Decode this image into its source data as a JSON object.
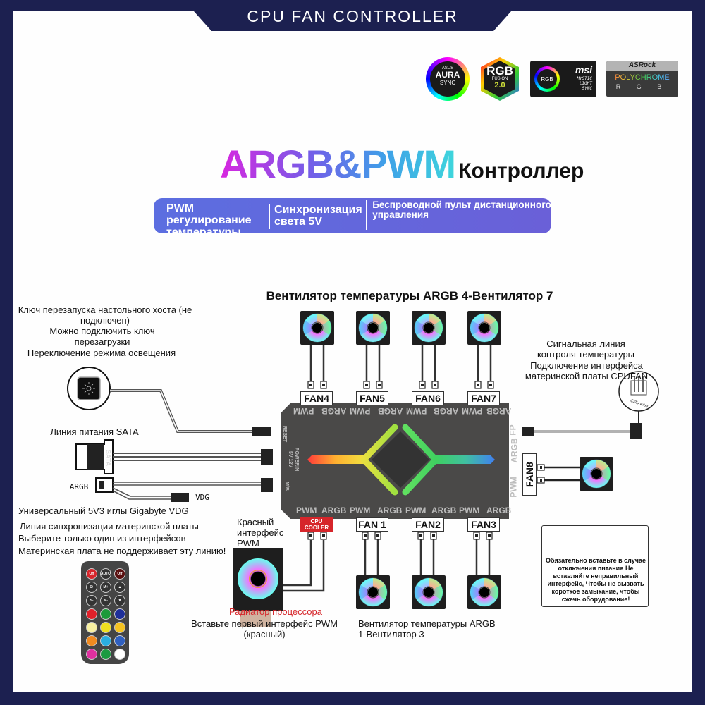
{
  "header": {
    "title": "CPU FAN CONTROLLER"
  },
  "logos": [
    {
      "name": "asus-aura-sync",
      "lines": [
        "ASUS",
        "AURA",
        "SYNC"
      ]
    },
    {
      "name": "rgb-fusion",
      "lines": [
        "RGB",
        "FUSION",
        "2.0"
      ]
    },
    {
      "name": "msi-mystic-light",
      "badge": "RGB",
      "brand": "msi",
      "lines": [
        "MYSTIC",
        "LIGHT",
        "SYNC"
      ]
    },
    {
      "name": "asrock-polychrome",
      "brand": "ASRock",
      "line1": "POLYCHROME",
      "line2": "R G B"
    }
  ],
  "headline": {
    "main": "ARGB&PWM",
    "suffix": "Контроллер"
  },
  "features": [
    "PWM регулирование температуры",
    "Синхронизация света 5V",
    "Беспроводной пульт дистанционного управления"
  ],
  "labels": {
    "top_fans": "Вентилятор температуры ARGB 4-Вентилятор 7",
    "bottom_fans": "Вентилятор температуры ARGB 1-Вентилятор 3",
    "reset_key_1": "Ключ перезапуска настольного хоста (не подключен)",
    "reset_key_2": "Можно подключить ключ перезагрузки",
    "reset_key_3": "Переключение режима освещения",
    "sata_line": "Линия питания SATA",
    "sata_plug": "SATA",
    "argb": "ARGB",
    "vdg": "VDG",
    "universal_1": "Универсальный 5V3 иглы Gigabyte VDG",
    "universal_2": "Линия синхронизации материнской платы",
    "universal_3": "Выберите только один из интерфейсов",
    "universal_4": "Материнская плата не поддерживает эту линию!",
    "signal_1": "Сигнальная линия контроля температуры",
    "signal_2": "Подключение интерфейса материнской платы CPUFAN",
    "cpu_fan_header": "CPU FAN",
    "red_pwm": "Красный интерфейс PWM",
    "radiator": "Радиатор процессора",
    "insert_first": "Вставьте первый интерфейс PWM (красный)",
    "warning": "Обязательно вставьте в случае отключения питания Не вставляйте неправильный интерфейс, Чтобы не вызвать короткое замыкание, чтобы сжечь оборудование!"
  },
  "hub": {
    "top_ports": [
      "FAN4",
      "FAN5",
      "FAN6",
      "FAN7"
    ],
    "bottom_ports": [
      "CPU COOLER",
      "FAN 1",
      "FAN2",
      "FAN3"
    ],
    "side_port": "FAN8",
    "pin_pair": [
      "PWM",
      "ARGB"
    ],
    "left_labels": {
      "reset": "RESET",
      "power": "POWERIN",
      "power_pins": "+ • • +",
      "power_volts": "5V 12V",
      "mb": "M/B"
    },
    "right_labels": {
      "fp": "FP",
      "argb": "ARGB",
      "pwm": "PWM"
    }
  },
  "remote": {
    "buttons": [
      {
        "label": "On",
        "color": "#d7262c"
      },
      {
        "label": "AUTO",
        "color": "#333333"
      },
      {
        "label": "Off",
        "color": "#5a1010"
      },
      {
        "label": "S+",
        "color": "#333333"
      },
      {
        "label": "M+",
        "color": "#333333"
      },
      {
        "label": "▲",
        "color": "#333333"
      },
      {
        "label": "S-",
        "color": "#333333"
      },
      {
        "label": "M-",
        "color": "#333333"
      },
      {
        "label": "▼",
        "color": "#333333"
      },
      {
        "label": "",
        "color": "#e0202a"
      },
      {
        "label": "",
        "color": "#1b9a3a"
      },
      {
        "label": "",
        "color": "#1e2f9a"
      },
      {
        "label": "",
        "color": "#f8f0a0"
      },
      {
        "label": "",
        "color": "#f0e020"
      },
      {
        "label": "",
        "color": "#f5c320"
      },
      {
        "label": "",
        "color": "#f08a20"
      },
      {
        "label": "",
        "color": "#2aaee0"
      },
      {
        "label": "",
        "color": "#3060c0"
      },
      {
        "label": "",
        "color": "#e030a0"
      },
      {
        "label": "",
        "color": "#1a9a40"
      },
      {
        "label": "",
        "color": "#ffffff"
      }
    ]
  },
  "colors": {
    "frame": "#1c2050",
    "accent_bar": "#6068dc",
    "cpu_cooler": "#d6252a",
    "hub": "#4a4948",
    "radiator_text": "#d6252a"
  }
}
